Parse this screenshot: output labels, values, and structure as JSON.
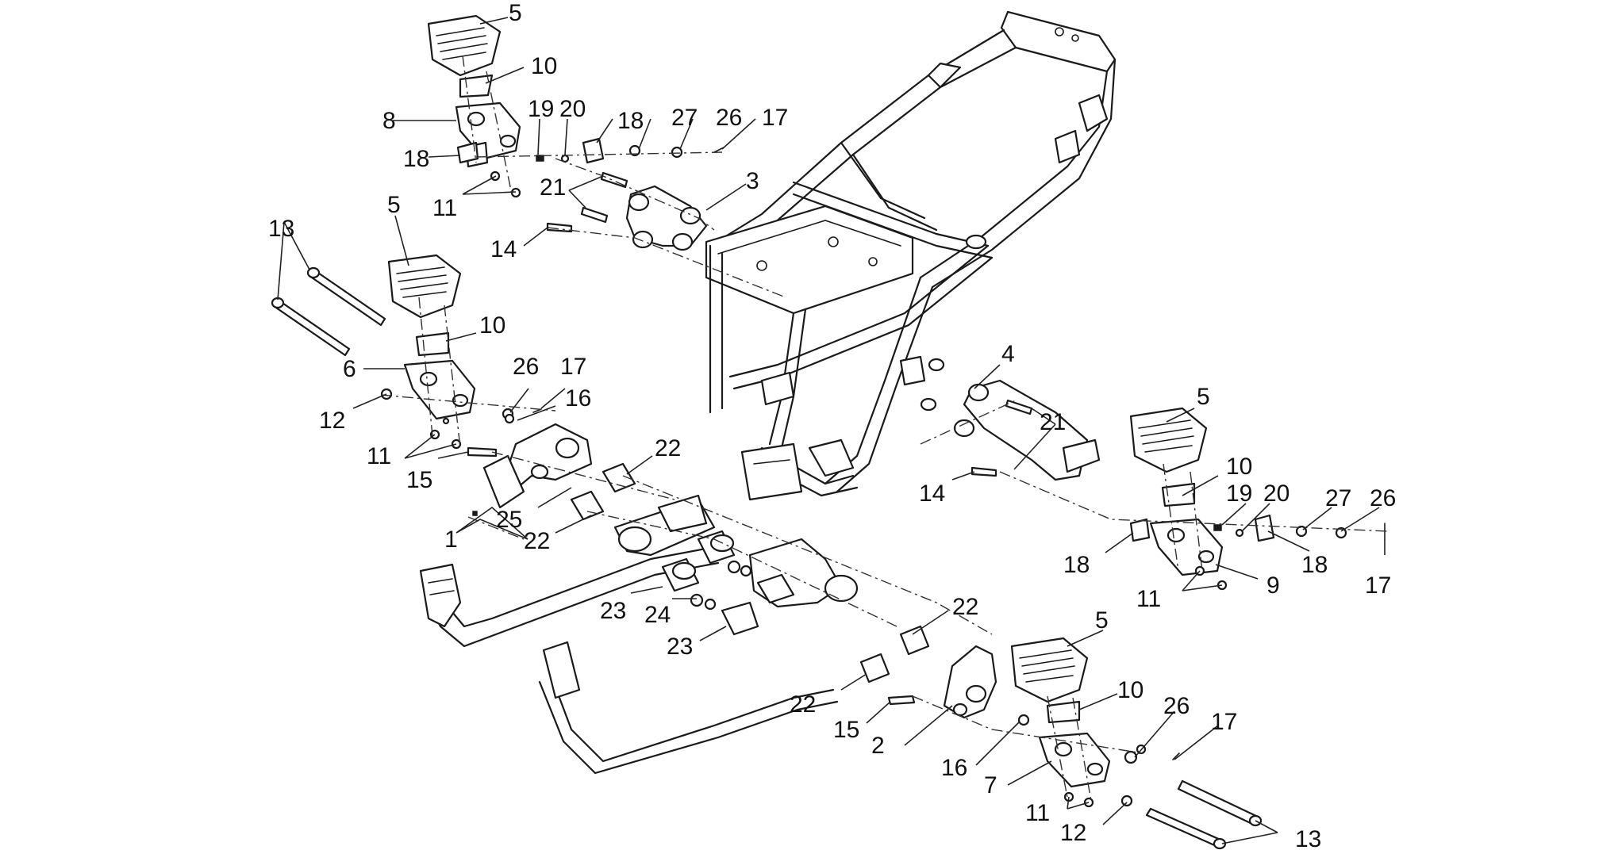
{
  "colors": {
    "ink": "#1a1a1a",
    "background": "#ffffff"
  },
  "callouts": [
    {
      "label": "5"
    },
    {
      "label": "10"
    },
    {
      "label": "8"
    },
    {
      "label": "19"
    },
    {
      "label": "20"
    },
    {
      "label": "18"
    },
    {
      "label": "27"
    },
    {
      "label": "26"
    },
    {
      "label": "17"
    },
    {
      "label": "18"
    },
    {
      "label": "11"
    },
    {
      "label": "21"
    },
    {
      "label": "3"
    },
    {
      "label": "14"
    },
    {
      "label": "13"
    },
    {
      "label": "5"
    },
    {
      "label": "10"
    },
    {
      "label": "6"
    },
    {
      "label": "26"
    },
    {
      "label": "17"
    },
    {
      "label": "16"
    },
    {
      "label": "12"
    },
    {
      "label": "11"
    },
    {
      "label": "15"
    },
    {
      "label": "22"
    },
    {
      "label": "25"
    },
    {
      "label": "1"
    },
    {
      "label": "22"
    },
    {
      "label": "4"
    },
    {
      "label": "21"
    },
    {
      "label": "14"
    },
    {
      "label": "5"
    },
    {
      "label": "10"
    },
    {
      "label": "19"
    },
    {
      "label": "20"
    },
    {
      "label": "27"
    },
    {
      "label": "26"
    },
    {
      "label": "18"
    },
    {
      "label": "18"
    },
    {
      "label": "11"
    },
    {
      "label": "9"
    },
    {
      "label": "17"
    },
    {
      "label": "23"
    },
    {
      "label": "24"
    },
    {
      "label": "23"
    },
    {
      "label": "22"
    },
    {
      "label": "22"
    },
    {
      "label": "15"
    },
    {
      "label": "2"
    },
    {
      "label": "5"
    },
    {
      "label": "10"
    },
    {
      "label": "26"
    },
    {
      "label": "17"
    },
    {
      "label": "16"
    },
    {
      "label": "7"
    },
    {
      "label": "11"
    },
    {
      "label": "12"
    },
    {
      "label": "13"
    }
  ]
}
